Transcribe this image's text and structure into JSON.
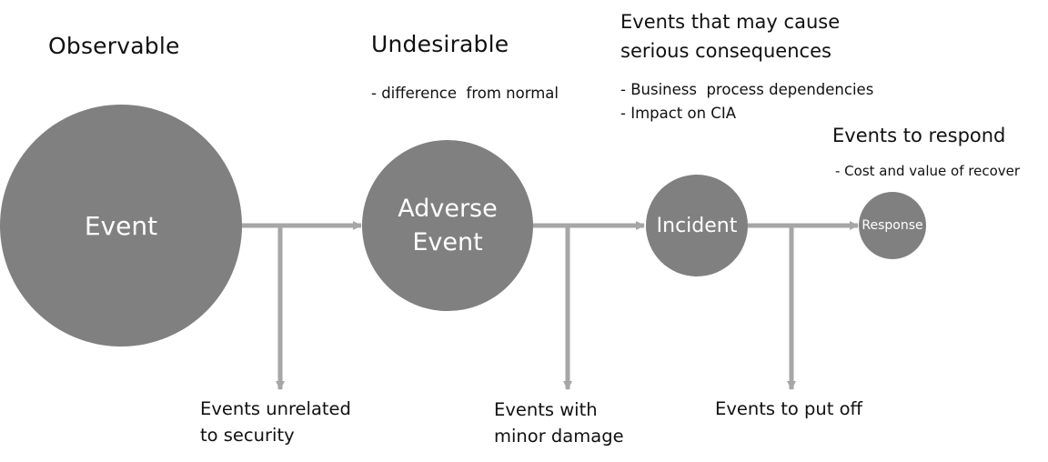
{
  "colors": {
    "circle": "#808080",
    "arrow": "#a6a6a6",
    "circle_text": "#ffffff",
    "text": "#111111"
  },
  "stages": [
    {
      "name": "event",
      "label": "Event",
      "heading": "Observable",
      "details": []
    },
    {
      "name": "adverse-event",
      "label_lines": [
        "Adverse",
        "Event"
      ],
      "heading": "Undesirable",
      "details": [
        "- difference  from normal"
      ]
    },
    {
      "name": "incident",
      "label": "Incident",
      "heading_lines": [
        "Events that may cause",
        "serious consequences"
      ],
      "details": [
        "- Business  process dependencies",
        "- Impact on CIA"
      ]
    },
    {
      "name": "response",
      "label": "Response",
      "heading": "Events to respond",
      "details": [
        "- Cost and value of recover"
      ]
    }
  ],
  "branches": [
    {
      "name": "unrelated",
      "lines": [
        "Events unrelated",
        "to security"
      ]
    },
    {
      "name": "minor-damage",
      "lines": [
        "Events with",
        "minor damage"
      ]
    },
    {
      "name": "put-off",
      "lines": [
        "Events to put off"
      ]
    }
  ]
}
